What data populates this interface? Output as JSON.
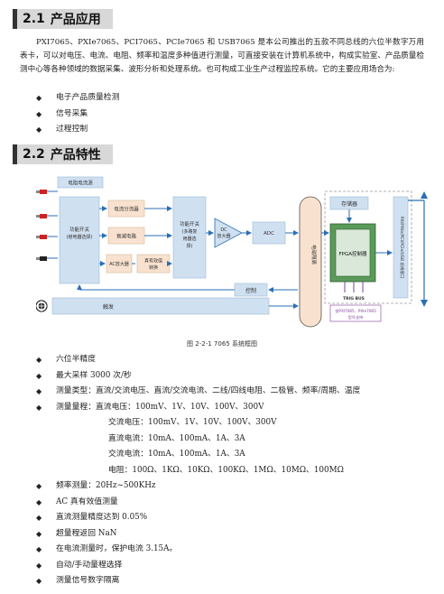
{
  "section1": {
    "number": "2.1",
    "title": "产品应用",
    "paragraph": "PXI7065、PXIe7065、PCI7065、PCIe7065 和 USB7065 是本公司推出的五款不同总线的六位半数字万用表卡，可以对电压、电流、电阻、频率和温度多种值进行测量，可直接安装在计算机系统中，构成实验室、产品质量检测中心等各种领域的数据采集、波形分析和处理系统。也可构成工业生产过程监控系统。它的主要应用场合为:",
    "bullets": [
      "电子产品质量检测",
      "信号采集",
      "过程控制"
    ]
  },
  "section2": {
    "number": "2.2",
    "title": "产品特性"
  },
  "diagram": {
    "resistor_source": "电阻电流源",
    "func_switch_1": [
      "功能开关",
      "(继电器选择)"
    ],
    "current_divider": "电流分流器",
    "attenuator": "衰减电路",
    "ac_amp": "AC放大器",
    "rms_convert": [
      "真有效值",
      "转换"
    ],
    "func_switch_2": [
      "功能开关",
      "(多路复",
      "用器选",
      "择)"
    ],
    "dc_amp": [
      "DC",
      "放大器"
    ],
    "adc": "ADC",
    "isolation": "电磁隔离",
    "memory": "存储器",
    "fpga": "FPGA控制器",
    "bus_label": "PXI/PXIe/PCI/PCIe/USB 总线接口",
    "trig_bus": "TRIG BUS",
    "trig_note": [
      "仅PXI7065、PXIe7065",
      "型号支持"
    ],
    "control": "控制",
    "trigger": "触发"
  },
  "caption": "图 2-2-1 7065 系统框图",
  "features": [
    "六位半精度",
    "最大采样 3000 次/秒",
    "测量类型：直流/交流电压、直流/交流电流、二线/四线电阻、二极管、频率/周期、温度",
    "测量量程：直流电压：100mV、1V、10V、100V、300V"
  ],
  "range_lines": [
    "交流电压：100mV、1V、10V、100V、300V",
    "直流电流：10mA、100mA、1A、3A",
    "交流电流：10mA、100mA、1A、3A",
    "电阻：100Ω、1KΩ、10KΩ、100KΩ、1MΩ、10MΩ、100MΩ"
  ],
  "features2": [
    "频率测量：20Hz~500KHz",
    "AC 真有效值测量",
    "直流测量精度达到 0.05%",
    "超量程返回 NaN",
    "在电流测量时，保护电流 3.15A。",
    "自动/手动量程选择",
    "测量信号数字隔离"
  ],
  "colors": {
    "box_blue": "#cfe0f1",
    "box_peach": "#f8e2cf",
    "fpga_green": "#5a9a5a",
    "line_blue": "#2a6fb5",
    "trig_purple": "#7f3f98"
  }
}
